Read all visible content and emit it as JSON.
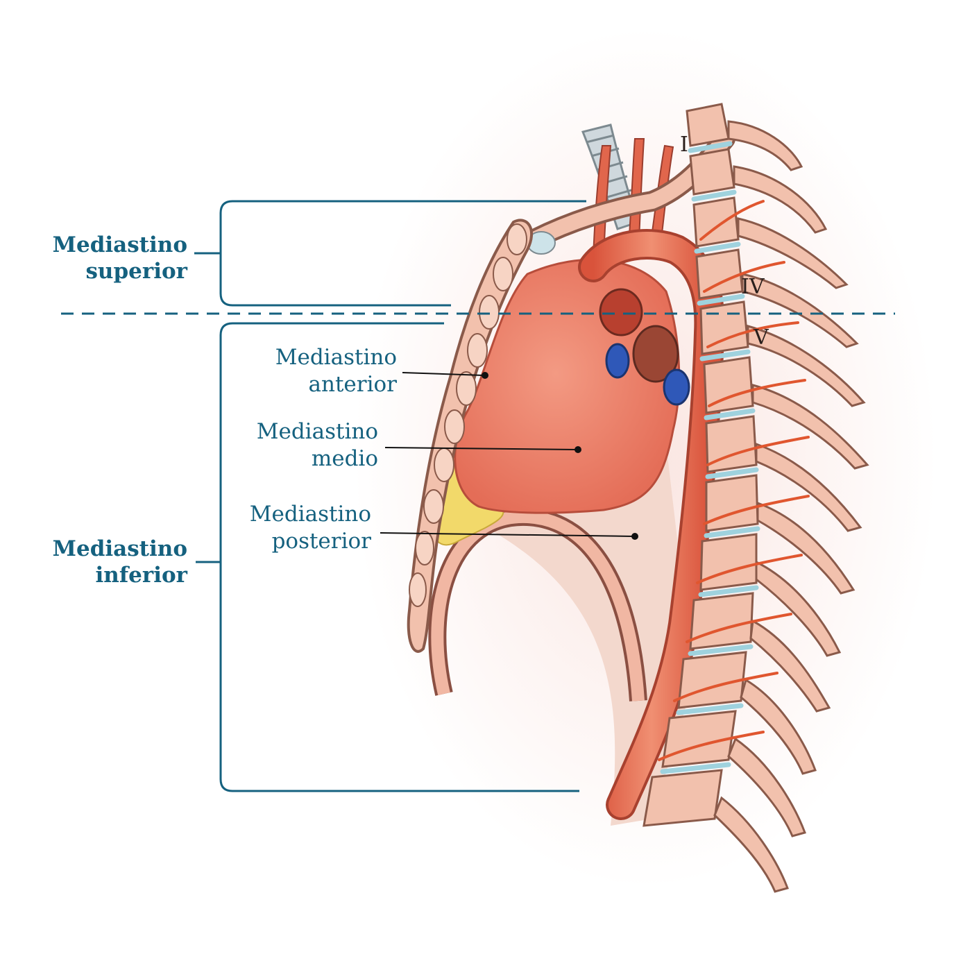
{
  "regions": {
    "superior": {
      "line1": "Mediastino",
      "line2": "superior"
    },
    "inferior": {
      "line1": "Mediastino",
      "line2": "inferior"
    }
  },
  "parts": {
    "anterior": {
      "line1": "Mediastino",
      "line2": "anterior"
    },
    "medio": {
      "line1": "Mediastino",
      "line2": "medio"
    },
    "posterior": {
      "line1": "Mediastino",
      "line2": "posterior"
    }
  },
  "vertebrae": {
    "first": "I",
    "fourth": "IV",
    "fifth": "V"
  },
  "colors": {
    "label_text": "#15617f",
    "bracket": "#15617f",
    "bone": "#f2c1ad",
    "bone_outline": "#8a5a4a",
    "heart": "#ec7e66",
    "aorta": "#e56a4e",
    "vein": "#2f58b8",
    "fat": "#f2d96a",
    "disc": "#9fd2de"
  }
}
